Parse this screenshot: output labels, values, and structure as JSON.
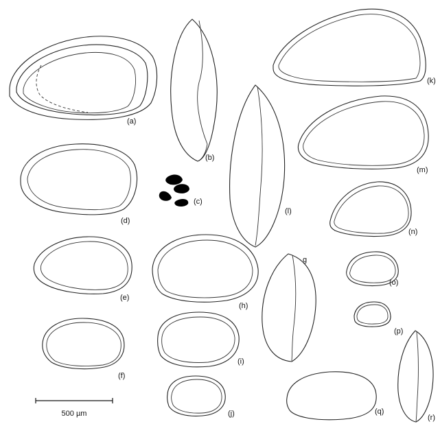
{
  "figure": {
    "labels": {
      "a": "(a)",
      "b": "(b)",
      "c": "(c)",
      "d": "(d)",
      "e": "(e)",
      "f": "(f)",
      "g": "g",
      "h": "(h)",
      "i": "(i)",
      "j": "(j)",
      "k": "(k)",
      "l": "(l)",
      "m": "(m)",
      "n": "(n)",
      "o": "(o)",
      "p": "(p)",
      "q": "(q)",
      "r": "(r)"
    },
    "scale_bar": {
      "label": "500 µm"
    }
  }
}
